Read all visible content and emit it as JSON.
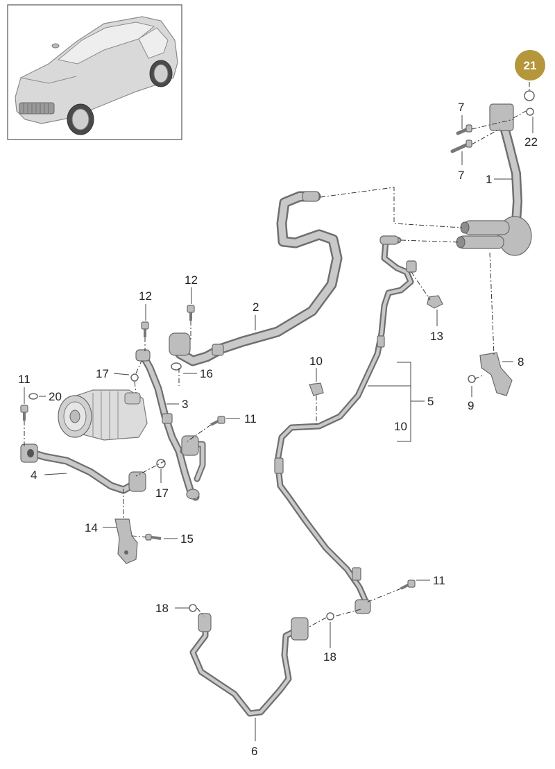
{
  "diagram": {
    "badge": {
      "text": "21",
      "color": "#b5963a"
    },
    "labels": [
      {
        "id": "l1",
        "text": "1"
      },
      {
        "id": "l2",
        "text": "2"
      },
      {
        "id": "l3",
        "text": "3"
      },
      {
        "id": "l4",
        "text": "4"
      },
      {
        "id": "l5",
        "text": "5"
      },
      {
        "id": "l6",
        "text": "6"
      },
      {
        "id": "l7a",
        "text": "7"
      },
      {
        "id": "l7b",
        "text": "7"
      },
      {
        "id": "l8",
        "text": "8"
      },
      {
        "id": "l9",
        "text": "9"
      },
      {
        "id": "l10a",
        "text": "10"
      },
      {
        "id": "l10b",
        "text": "10"
      },
      {
        "id": "l11a",
        "text": "11"
      },
      {
        "id": "l11b",
        "text": "11"
      },
      {
        "id": "l11c",
        "text": "11"
      },
      {
        "id": "l12a",
        "text": "12"
      },
      {
        "id": "l12b",
        "text": "12"
      },
      {
        "id": "l13",
        "text": "13"
      },
      {
        "id": "l14",
        "text": "14"
      },
      {
        "id": "l15",
        "text": "15"
      },
      {
        "id": "l16",
        "text": "16"
      },
      {
        "id": "l17a",
        "text": "17"
      },
      {
        "id": "l17b",
        "text": "17"
      },
      {
        "id": "l18a",
        "text": "18"
      },
      {
        "id": "l18b",
        "text": "18"
      },
      {
        "id": "l20",
        "text": "20"
      },
      {
        "id": "l22",
        "text": "22"
      }
    ]
  }
}
